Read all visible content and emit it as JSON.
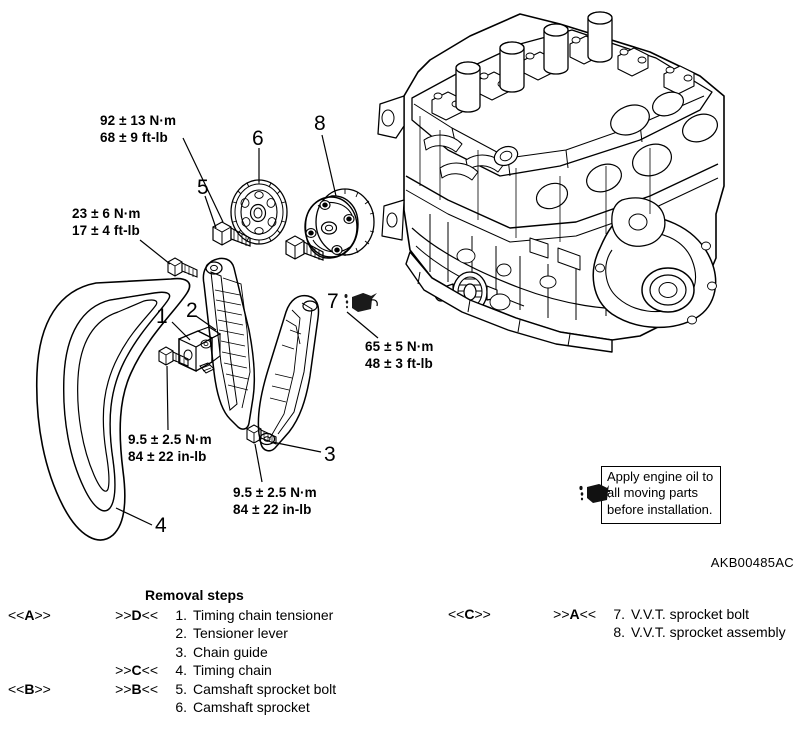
{
  "document": {
    "reference_code": "AKB00485AC"
  },
  "torque_specs": [
    {
      "id": "camshaft-sprocket-bolt",
      "nm": "92 ± 13 N·m",
      "ftlb": "68 ± 9 ft-lb"
    },
    {
      "id": "tensioner-lever-bolt",
      "nm": "23 ± 6 N·m",
      "ftlb": "17 ± 4 ft-lb"
    },
    {
      "id": "tensioner-bolt",
      "nm": "9.5 ± 2.5 N·m",
      "ftlb": "84 ± 22 in-lb"
    },
    {
      "id": "chain-guide-bolt",
      "nm": "9.5 ± 2.5 N·m",
      "ftlb": "84 ± 22 in-lb"
    },
    {
      "id": "vvt-sprocket-bolt",
      "nm": "65 ± 5 N·m",
      "ftlb": "48 ± 3 ft-lb"
    }
  ],
  "callouts": [
    {
      "number": "1",
      "part": "Timing chain tensioner"
    },
    {
      "number": "2",
      "part": "Tensioner lever"
    },
    {
      "number": "3",
      "part": "Chain guide"
    },
    {
      "number": "4",
      "part": "Timing chain"
    },
    {
      "number": "5",
      "part": "Camshaft sprocket bolt"
    },
    {
      "number": "6",
      "part": "Camshaft sprocket"
    },
    {
      "number": "7",
      "part": "V.V.T. sprocket bolt"
    },
    {
      "number": "8",
      "part": "V.V.T. sprocket assembly"
    }
  ],
  "note": {
    "icon": "oil-can-icon",
    "text": "Apply engine oil to\nall moving parts\nbefore installation."
  },
  "legend": {
    "title": "Removal steps",
    "left_rows": [
      {
        "install_ref_open": "<<",
        "install_ref_letter": "A",
        "install_ref_close": ">>",
        "removal_ref_open": ">>",
        "removal_ref_letter": "D",
        "removal_ref_close": "<<",
        "number": "1.",
        "label": "Timing chain tensioner"
      },
      {
        "install_ref_open": "",
        "install_ref_letter": "",
        "install_ref_close": "",
        "removal_ref_open": "",
        "removal_ref_letter": "",
        "removal_ref_close": "",
        "number": "2.",
        "label": "Tensioner lever"
      },
      {
        "install_ref_open": "",
        "install_ref_letter": "",
        "install_ref_close": "",
        "removal_ref_open": "",
        "removal_ref_letter": "",
        "removal_ref_close": "",
        "number": "3.",
        "label": "Chain guide"
      },
      {
        "install_ref_open": "",
        "install_ref_letter": "",
        "install_ref_close": "",
        "removal_ref_open": ">>",
        "removal_ref_letter": "C",
        "removal_ref_close": "<<",
        "number": "4.",
        "label": "Timing chain"
      },
      {
        "install_ref_open": "<<",
        "install_ref_letter": "B",
        "install_ref_close": ">>",
        "removal_ref_open": ">>",
        "removal_ref_letter": "B",
        "removal_ref_close": "<<",
        "number": "5.",
        "label": "Camshaft sprocket bolt"
      },
      {
        "install_ref_open": "",
        "install_ref_letter": "",
        "install_ref_close": "",
        "removal_ref_open": "",
        "removal_ref_letter": "",
        "removal_ref_close": "",
        "number": "6.",
        "label": "Camshaft sprocket"
      }
    ],
    "right_rows": [
      {
        "install_ref_open": "<<",
        "install_ref_letter": "C",
        "install_ref_close": ">>",
        "removal_ref_open": ">>",
        "removal_ref_letter": "A",
        "removal_ref_close": "<<",
        "number": "7.",
        "label": "V.V.T. sprocket bolt"
      },
      {
        "install_ref_open": "",
        "install_ref_letter": "",
        "install_ref_close": "",
        "removal_ref_open": "",
        "removal_ref_letter": "",
        "removal_ref_close": "",
        "number": "8.",
        "label": "V.V.T. sprocket assembly"
      }
    ]
  },
  "colors": {
    "ink": "#000000",
    "paper": "#ffffff",
    "shade": "#d8d8d8"
  }
}
